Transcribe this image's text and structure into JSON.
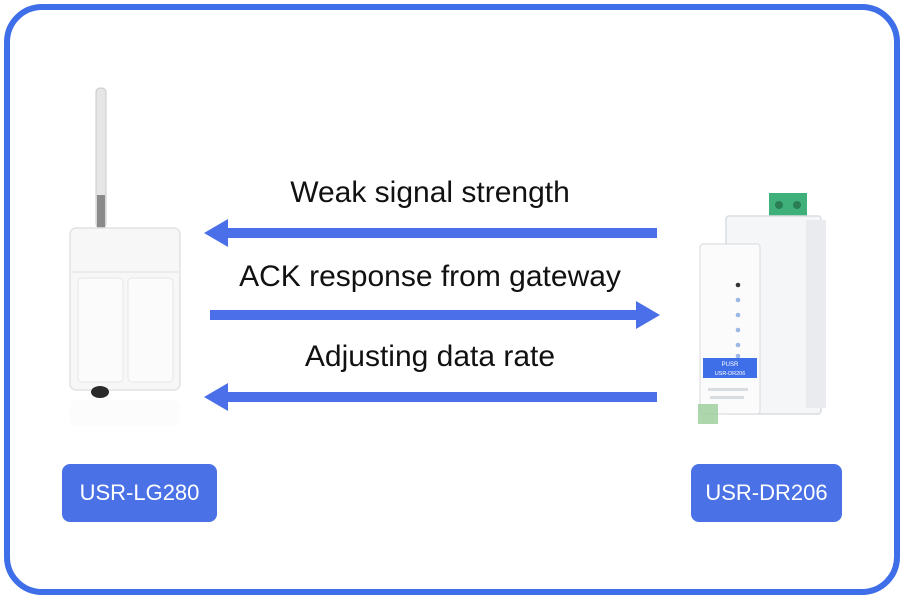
{
  "colors": {
    "accent": "#3f6fe8",
    "arrow": "#4a6fe8",
    "badge": "#4a72e6",
    "text": "#111111"
  },
  "messages": [
    {
      "text": "Weak signal strength",
      "direction": "to-left"
    },
    {
      "text": "ACK response from gateway",
      "direction": "to-right"
    },
    {
      "text": "Adjusting data rate",
      "direction": "to-left"
    }
  ],
  "devices": {
    "left": {
      "name": "USR-LG280"
    },
    "right": {
      "name": "USR-DR206",
      "brand": "PUSR",
      "model": "USR-DR206"
    }
  }
}
